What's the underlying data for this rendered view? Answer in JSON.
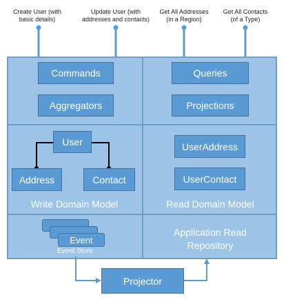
{
  "external": [
    {
      "line1": "Create User (with",
      "line2": "basic details)"
    },
    {
      "line1": "Update User (with",
      "line2": "addresses and contacts)"
    },
    {
      "line1": "Get All Addresses",
      "line2": "(in a Region)"
    },
    {
      "line1": "Get All Contacts",
      "line2": "(of a Type)"
    }
  ],
  "write_side": {
    "commands": "Commands",
    "aggregators": "Aggregators",
    "user": "User",
    "address": "Address",
    "contact": "Contact",
    "model_label": "Write Domain Model",
    "event": "Event",
    "event_store": "Event Store"
  },
  "read_side": {
    "queries": "Queries",
    "projections": "Projections",
    "user_address": "UserAddress",
    "user_contact": "UserContact",
    "model_label": "Read Domain Model",
    "repository_line1": "Application Read",
    "repository_line2": "Repository"
  },
  "projector": "Projector",
  "colors": {
    "frame_fill": "#9dc3e6",
    "frame_border": "#6d9ec9",
    "box_fill": "#5b9bd5",
    "box_border": "#41719c",
    "connector": "#5b9bd5",
    "hierarchy_line": "#000000"
  }
}
